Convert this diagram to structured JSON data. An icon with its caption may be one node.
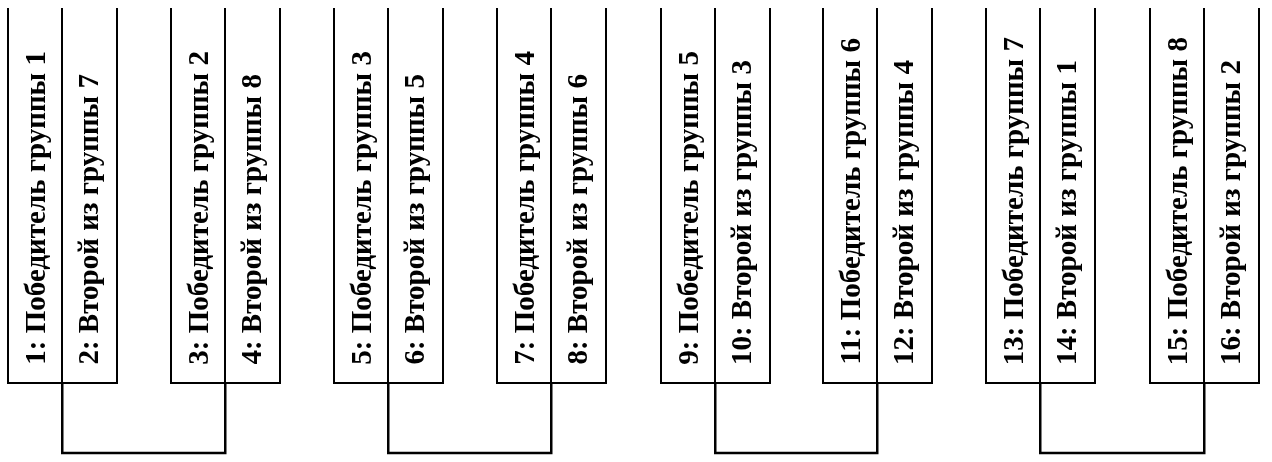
{
  "diagram": {
    "nodes": [
      {
        "text": [
          "1: Победитель группы 1",
          "2: Второй из группы 7"
        ]
      },
      {
        "text": [
          "3: Победитель группы 2",
          "4: Второй из группы 8"
        ]
      },
      {
        "text": [
          "5: Победитель группы 3",
          "6: Второй из группы 5"
        ]
      },
      {
        "text": [
          "7: Победитель группы 4",
          "8: Второй из группы 6"
        ]
      },
      {
        "text": [
          "9: Победитель группы 5",
          "10: Второй из группы 3"
        ]
      },
      {
        "text": [
          "11: Победитель группы 6",
          "12: Второй из группы 4"
        ]
      },
      {
        "text": [
          "13: Победитель группы 7",
          "14: Второй из группы 1"
        ]
      },
      {
        "text": [
          "15: Победитель группы 8",
          "16: Второй из группы 2"
        ]
      }
    ],
    "edges": [
      {
        "from": 0,
        "to": 1,
        "arrow": "none"
      },
      {
        "from": 2,
        "to": 3,
        "arrow": "none"
      },
      {
        "from": 4,
        "to": 5,
        "arrow": "none"
      },
      {
        "from": 6,
        "to": 7,
        "arrow": "none"
      }
    ]
  }
}
